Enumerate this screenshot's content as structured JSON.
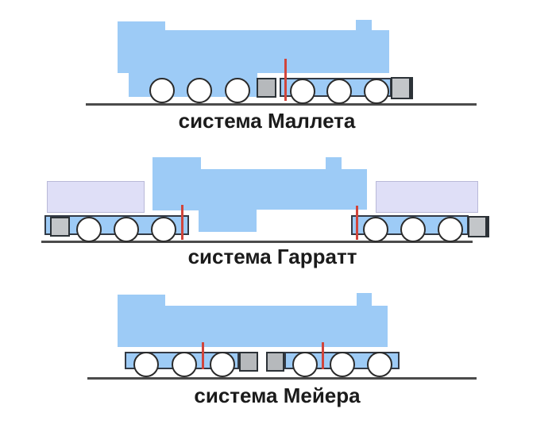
{
  "page": {
    "background": "#ffffff"
  },
  "colors": {
    "body_blue": "#9dcbf6",
    "frame_outline": "#333a45",
    "wheel_outline": "#2b2b2b",
    "wheel_fill": "#ffffff",
    "tender_lavender": "#dfdff7",
    "tender_outline": "#b9b9d8",
    "cylinder_gray": "#b6b9bc",
    "buffer_gray": "#c3c6c9",
    "block_outline": "#2c3237",
    "pivot_red": "#d0453c",
    "rail_gray": "#4b4b4b",
    "caption_color": "#1b1b1b"
  },
  "diagrams": [
    {
      "caption": "система Маллета",
      "wheels_visible": 6,
      "pivot_lines": 1,
      "gray_blocks": 2
    },
    {
      "caption": "система Гарратт",
      "wheels_visible": 6,
      "pivot_lines": 2,
      "gray_blocks": 2
    },
    {
      "caption": "система Мейера",
      "wheels_visible": 6,
      "pivot_lines": 2,
      "gray_blocks": 2
    }
  ]
}
